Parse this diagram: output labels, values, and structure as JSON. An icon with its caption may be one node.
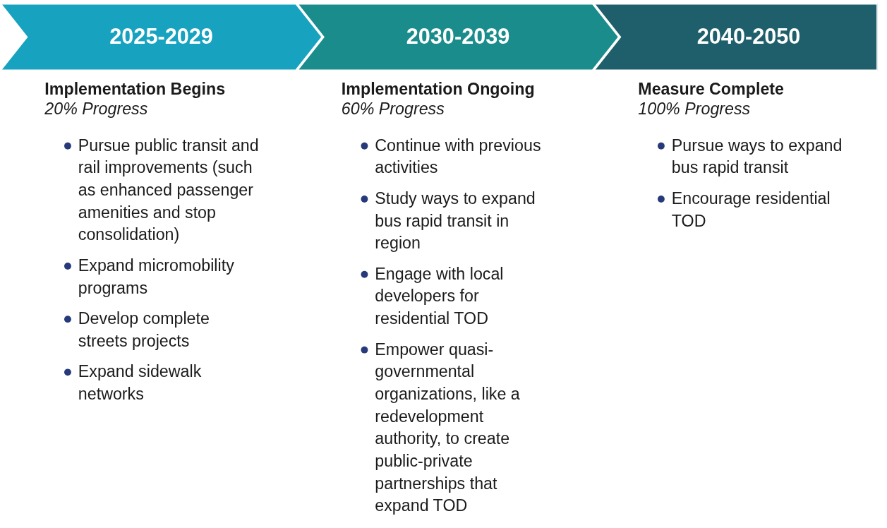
{
  "diagram": {
    "nodes": [
      {
        "text": [
          "2025-2029"
        ],
        "beside": [
          "Implementation Begins",
          "20% Progress",
          "Pursue public transit and rail improvements (such as enhanced passenger amenities and stop consolidation)",
          "Expand micromobility programs",
          "Develop complete streets projects",
          "Expand sidewalk networks"
        ]
      },
      {
        "text": [
          "2030-2039"
        ],
        "beside": [
          "Implementation Ongoing",
          "60% Progress",
          "Continue with previous activities",
          "Study ways to expand bus rapid transit in region",
          "Engage with local developers for residential TOD",
          "Empower quasi-governmental organizations, like a redevelopment authority, to create public-private partnerships that expand TOD"
        ]
      },
      {
        "text": [
          "2040-2050"
        ],
        "beside": [
          "Measure Complete",
          "100% Progress",
          "Pursue ways to expand bus rapid transit",
          "Encourage residential TOD"
        ]
      }
    ]
  }
}
